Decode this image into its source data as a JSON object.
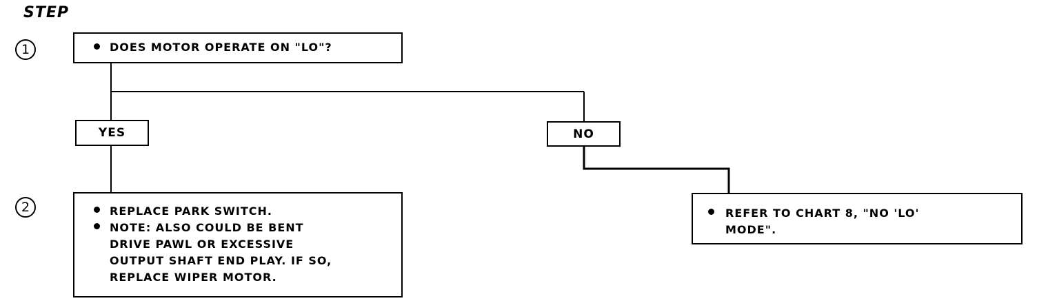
{
  "header": {
    "step_label": "STEP"
  },
  "steps": {
    "one": "1",
    "two": "2"
  },
  "question": {
    "text": "DOES MOTOR OPERATE ON \"LO\"?"
  },
  "branches": {
    "yes_label": "YES",
    "no_label": "NO"
  },
  "yes_result": {
    "bullet1": "REPLACE PARK SWITCH.",
    "bullet2_line1": "NOTE: ALSO COULD BE BENT",
    "bullet2_line2": "DRIVE PAWL OR EXCESSIVE",
    "bullet2_line3": "OUTPUT SHAFT END PLAY. IF SO,",
    "bullet2_line4": "REPLACE WIPER MOTOR."
  },
  "no_result": {
    "line1": "REFER TO CHART 8, \"NO 'LO'",
    "line2": "MODE\"."
  }
}
